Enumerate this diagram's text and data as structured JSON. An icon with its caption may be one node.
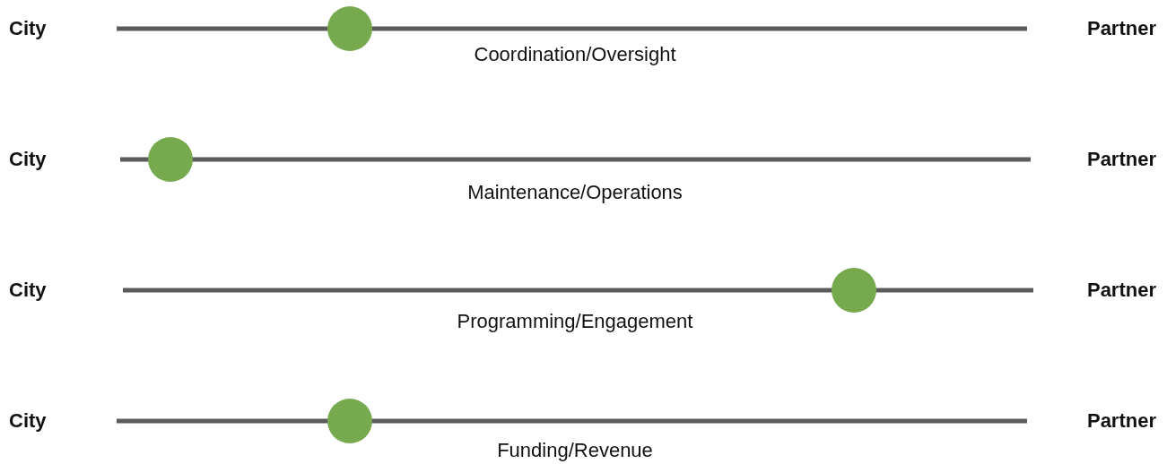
{
  "diagram": {
    "nodes": [
      {
        "text": [],
        "shape": "circle"
      },
      {
        "text": [],
        "shape": "circle"
      },
      {
        "text": [],
        "shape": "circle"
      },
      {
        "text": [],
        "shape": "circle"
      }
    ],
    "labels": [
      "City",
      "Partner",
      "Coordination/Oversight",
      "City",
      "Partner",
      "Maintenance/Operations",
      "City",
      "Partner",
      "Programming/Engagement",
      "City",
      "Partner",
      "Funding/Revenue"
    ]
  }
}
